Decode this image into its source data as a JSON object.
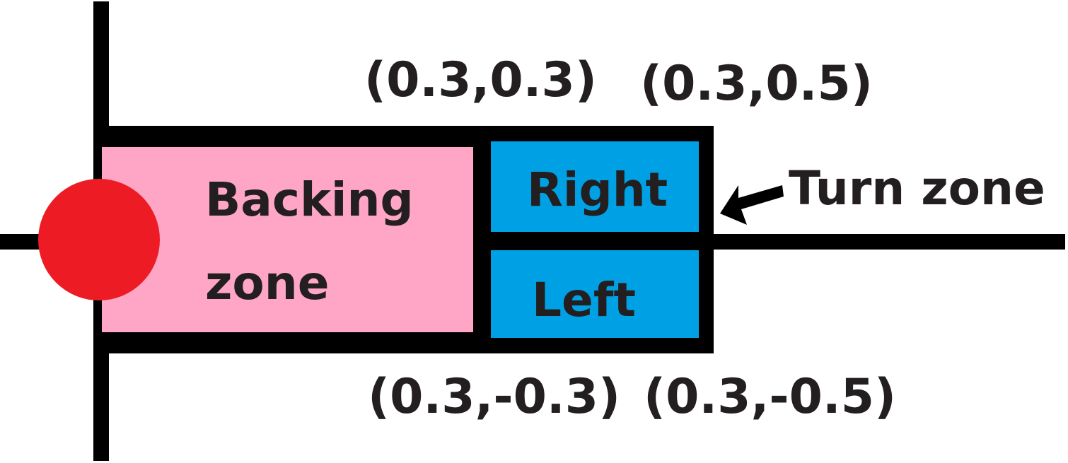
{
  "diagram": {
    "robot": {
      "color": "#ed1c24"
    },
    "backing_zone": {
      "line1": "Backing",
      "line2": "zone",
      "color": "#ffa5c6"
    },
    "turn_zone": {
      "right_label": "Right",
      "left_label": "Left",
      "caption": "Turn zone",
      "color": "#00a1e4"
    },
    "coordinates": {
      "top_left": "(0.3,0.3)",
      "top_right": "(0.3,0.5)",
      "bottom_left": "(0.3,-0.3)",
      "bottom_right": "(0.3,-0.5)"
    },
    "arrow_icon": "arrow-pointing-left-icon"
  }
}
